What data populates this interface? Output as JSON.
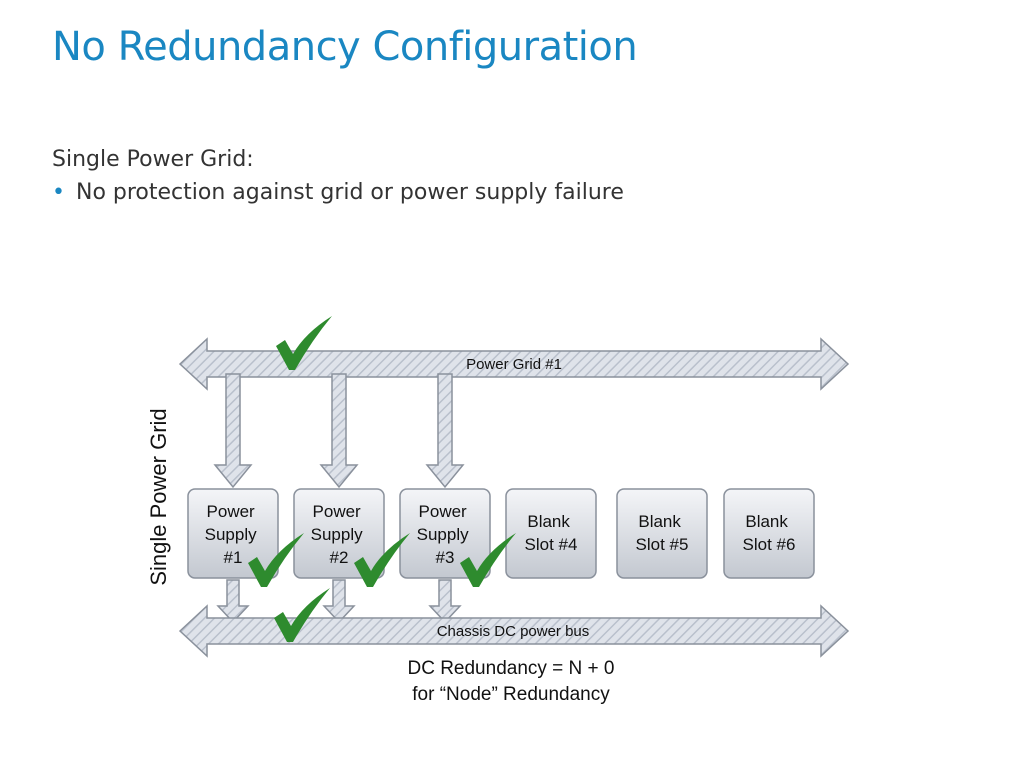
{
  "slide": {
    "title": "No Redundancy Configuration",
    "subheading": "Single Power Grid:",
    "bullets": [
      "No protection against grid or power supply failure"
    ]
  },
  "diagram": {
    "side_label": "Single Power Grid",
    "grid_label": "Power Grid #1",
    "bus_label": "Chassis DC power bus",
    "caption_line1": "DC Redundancy = N + 0",
    "caption_line2": "for “Node” Redundancy",
    "slots": [
      {
        "line1": "Power",
        "line2": "Supply",
        "line3": "#1"
      },
      {
        "line1": "Power",
        "line2": "Supply",
        "line3": "#2"
      },
      {
        "line1": "Power",
        "line2": "Supply",
        "line3": "#3"
      },
      {
        "line1": "Blank",
        "line2": "Slot #4"
      },
      {
        "line1": "Blank",
        "line2": "Slot #5"
      },
      {
        "line1": "Blank",
        "line2": "Slot #6"
      }
    ],
    "colors": {
      "check": "#2e8b2e",
      "arrow_fill": "#dfe3ea",
      "hatch": "#b9c0cc",
      "outline": "#8a919c",
      "box_top": "#f4f5f8",
      "box_bottom": "#c3c8d0"
    }
  }
}
